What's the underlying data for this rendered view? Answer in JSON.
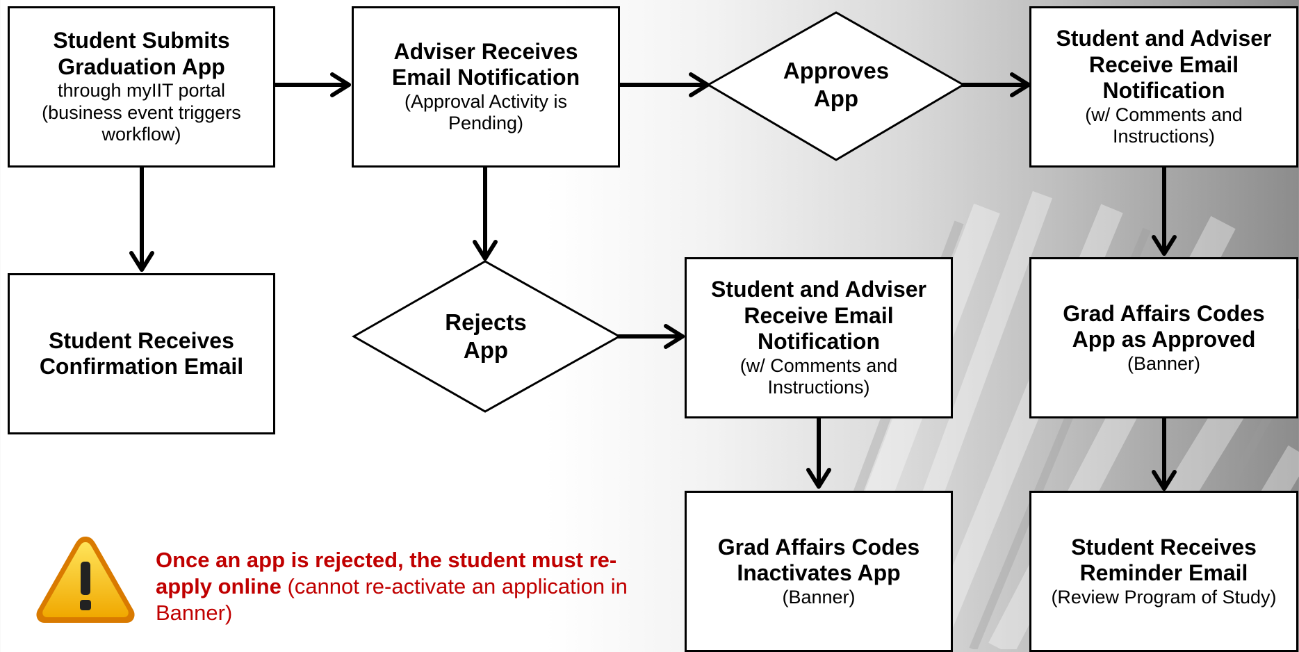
{
  "boxes": {
    "submit": {
      "title": "Student Submits Graduation App",
      "sub": "through myIIT portal (business event triggers workflow)"
    },
    "confirm": {
      "title": "Student Receives Confirmation Email",
      "sub": ""
    },
    "adviser": {
      "title": "Adviser Receives Email Notification",
      "sub": "(Approval Activity is Pending)"
    },
    "notify_approved": {
      "title": "Student and Adviser Receive Email Notification",
      "sub": "(w/ Comments and Instructions)"
    },
    "notify_rejected": {
      "title": "Student and Adviser Receive Email Notification",
      "sub": "(w/ Comments and Instructions)"
    },
    "codes_approved": {
      "title": "Grad Affairs Codes App as Approved",
      "sub": "(Banner)"
    },
    "codes_inactive": {
      "title": "Grad Affairs Codes Inactivates App",
      "sub": "(Banner)"
    },
    "reminder": {
      "title": "Student Receives Reminder Email",
      "sub": "(Review Program of Study)"
    }
  },
  "decisions": {
    "approves": {
      "line1": "Approves",
      "line2": "App"
    },
    "rejects": {
      "line1": "Rejects",
      "line2": "App"
    }
  },
  "warning": {
    "bold_text": "Once an app is rejected, the student must re-apply online",
    "normal_text": " (cannot re-activate an application in Banner)",
    "icon": "warning-icon"
  },
  "colors": {
    "warning_text": "#c00000",
    "warning_icon_fill": "#f5b800",
    "border": "#000000"
  }
}
